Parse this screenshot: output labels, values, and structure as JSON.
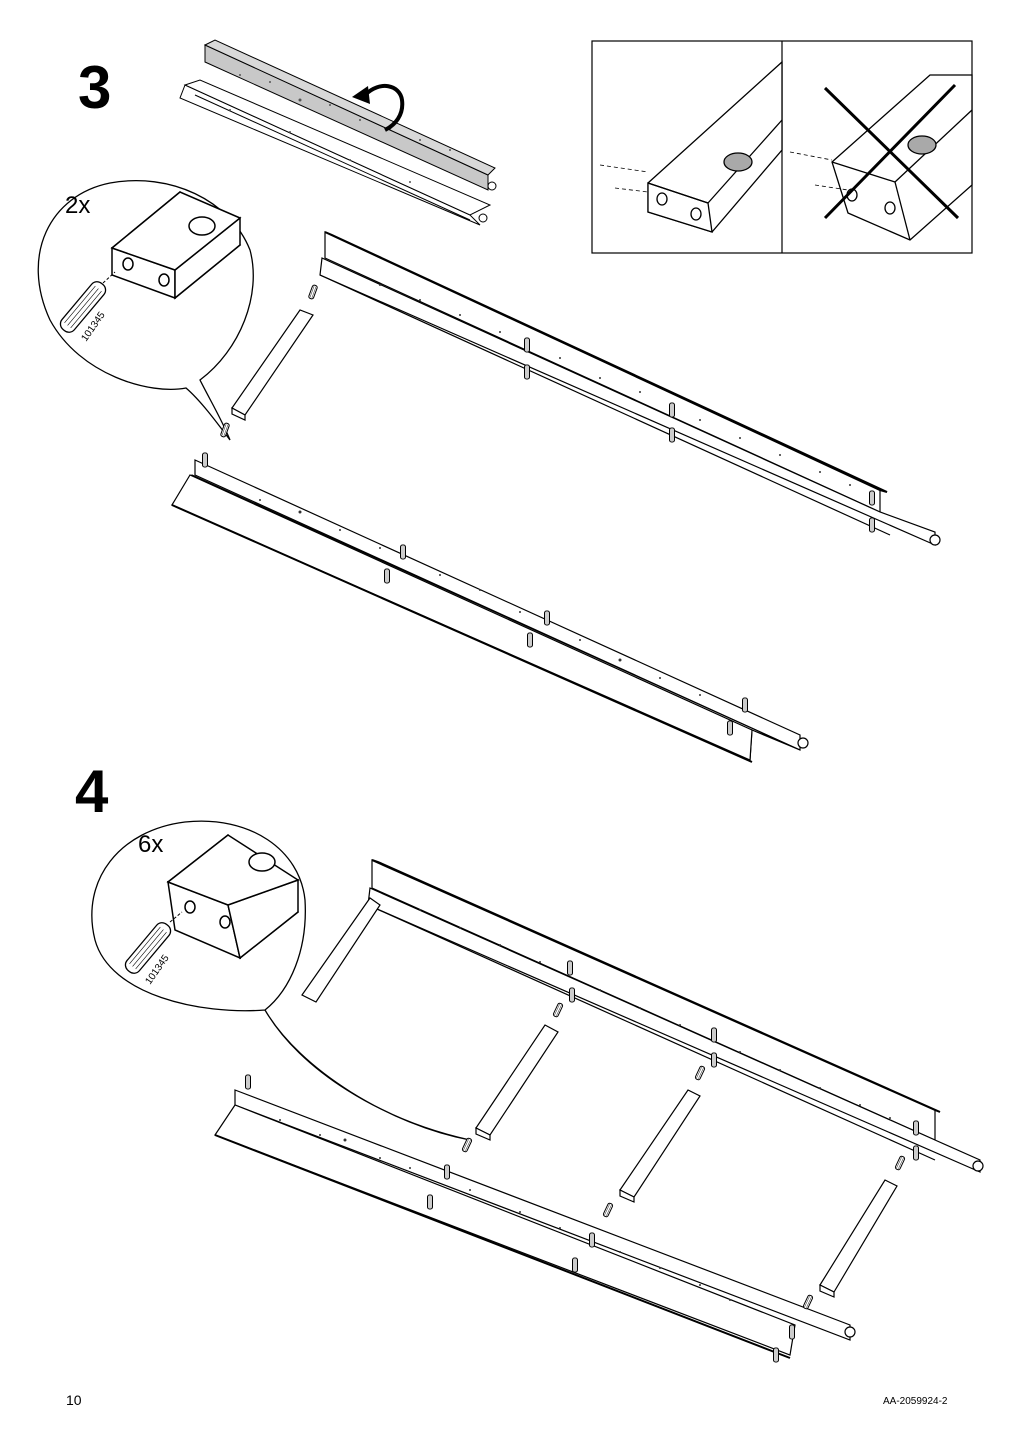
{
  "steps": [
    {
      "number": "3",
      "callout": {
        "quantity": "2x",
        "part_number": "101345"
      },
      "orientation_hint": {
        "correct": "dowel-holes-on-end",
        "wrong": "crossed-out-orientation"
      }
    },
    {
      "number": "4",
      "callout": {
        "quantity": "6x",
        "part_number": "101345"
      }
    }
  ],
  "footer": {
    "page_number": "10",
    "document_id": "AA-2059924-2"
  },
  "colors": {
    "line": "#000000",
    "panel_fill": "#ffffff",
    "shade": "#bdbdbd",
    "hole_fill": "#a9a9a9"
  },
  "icons": [
    "dowel-icon",
    "rotate-arrow-icon",
    "cross-out-icon"
  ]
}
